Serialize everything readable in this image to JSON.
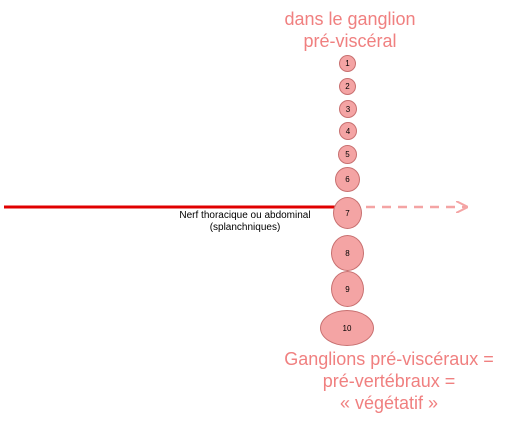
{
  "title_top": [
    "dans le ganglion",
    "pré-viscéral"
  ],
  "title_bottom": [
    "Ganglions pré-viscéraux =",
    "pré-vertébraux =",
    "« végétatif »"
  ],
  "nerve_label": [
    "Nerf thoracique ou abdominal",
    "(splanchniques)"
  ],
  "ganglia": [
    "1",
    "2",
    "3",
    "4",
    "5",
    "6",
    "7",
    "8",
    "9",
    "10"
  ],
  "colors": {
    "accent": "#f08080",
    "arrow": "#e00000",
    "node_fill": "#f4a4a4",
    "dashed": "#f4a4a4"
  }
}
